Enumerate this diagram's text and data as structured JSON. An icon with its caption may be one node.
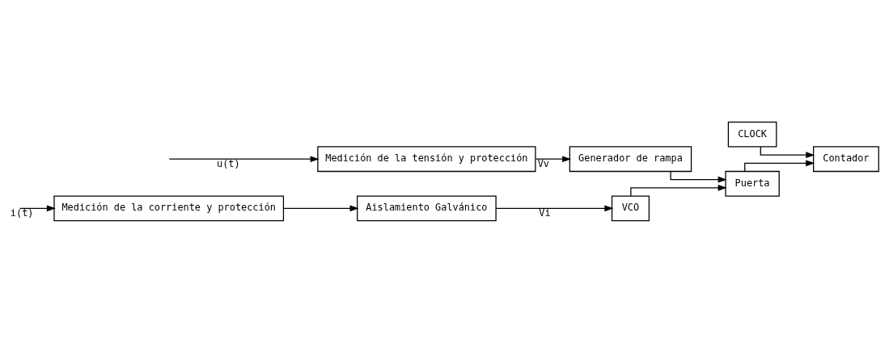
{
  "diagram": {
    "nodes": [
      {
        "text": [
          "Medición de la corriente y protección"
        ]
      },
      {
        "text": [
          "Aislamiento Galvánico"
        ]
      },
      {
        "text": [
          "VCO"
        ]
      },
      {
        "text": [
          "Medición de la tensión y protección"
        ]
      },
      {
        "text": [
          "Generador de rampa"
        ]
      },
      {
        "text": [
          "CLOCK"
        ]
      },
      {
        "text": [
          "Puerta"
        ]
      },
      {
        "text": [
          "Contador"
        ]
      }
    ],
    "edges": [
      {
        "from": null,
        "to": 0,
        "arrow": "to",
        "label": "i(t)"
      },
      {
        "from": 0,
        "to": 1,
        "arrow": "to"
      },
      {
        "from": 1,
        "to": 2,
        "arrow": "to",
        "label": "Vi"
      },
      {
        "from": 2,
        "to": 6,
        "arrow": "to"
      },
      {
        "from": null,
        "to": 3,
        "arrow": "to",
        "label": "u(t)"
      },
      {
        "from": 3,
        "to": 4,
        "arrow": "to",
        "label": "Vv"
      },
      {
        "from": 4,
        "to": 6,
        "arrow": "to"
      },
      {
        "from": 6,
        "to": 7,
        "arrow": "to"
      },
      {
        "from": 5,
        "to": 7,
        "arrow": "to"
      }
    ]
  }
}
